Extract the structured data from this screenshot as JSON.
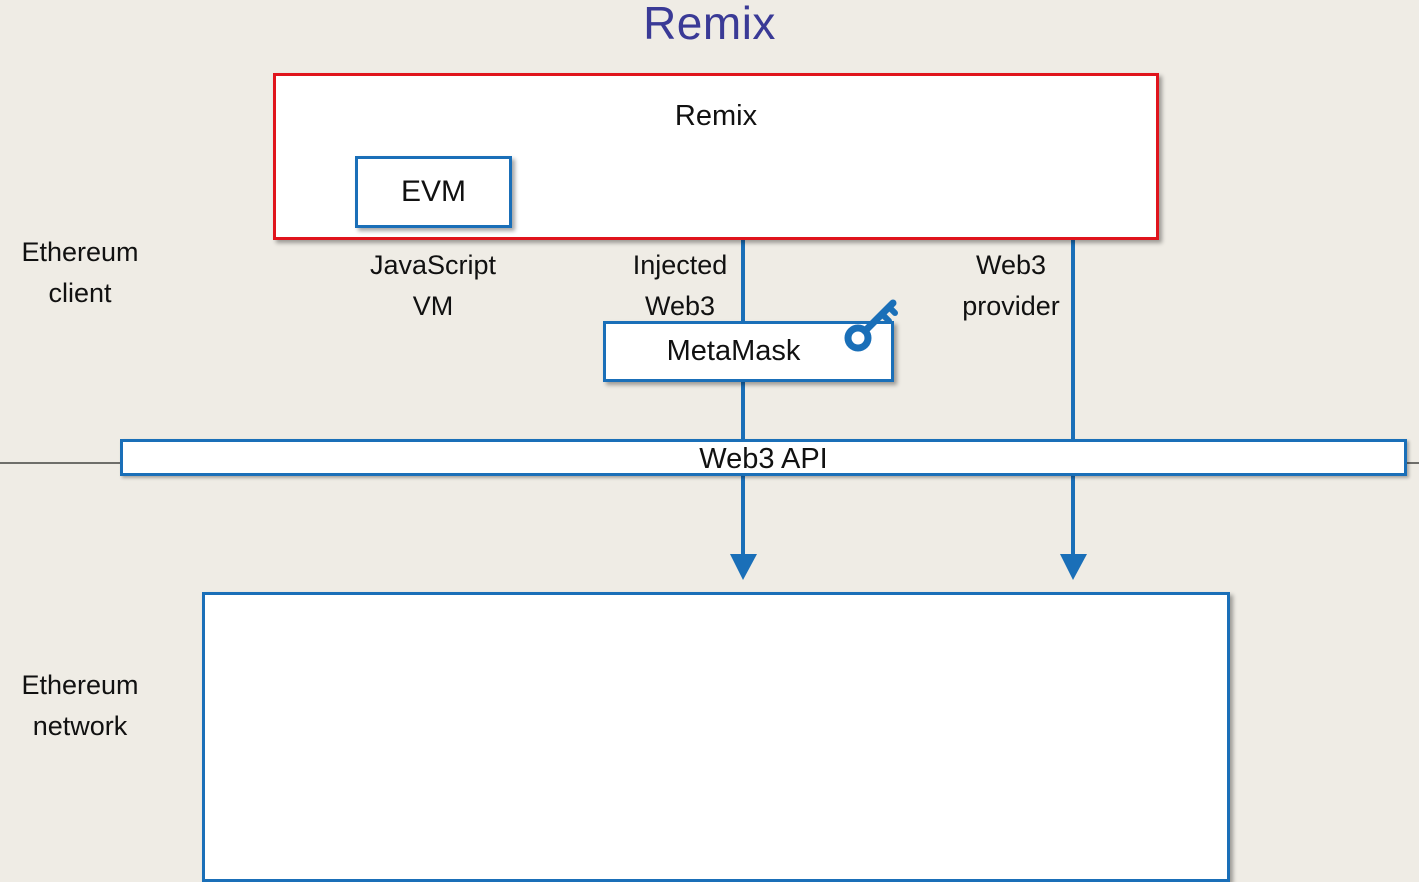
{
  "title": "Remix",
  "side_labels": {
    "client": "Ethereum\nclient",
    "network": "Ethereum\nnetwork"
  },
  "boxes": {
    "remix": "Remix",
    "evm": "EVM",
    "metamask": "MetaMask",
    "web3_api": "Web3 API",
    "network": ""
  },
  "connections": {
    "javascript_vm": "JavaScript\nVM",
    "injected_web3": "Injected\nWeb3",
    "web3_provider": "Web3\nprovider"
  },
  "colors": {
    "title": "#3a3a96",
    "remix_border": "#e0141c",
    "blue": "#1a6fb8",
    "background": "#efece5"
  },
  "icons": {
    "metamask": "key-icon"
  }
}
